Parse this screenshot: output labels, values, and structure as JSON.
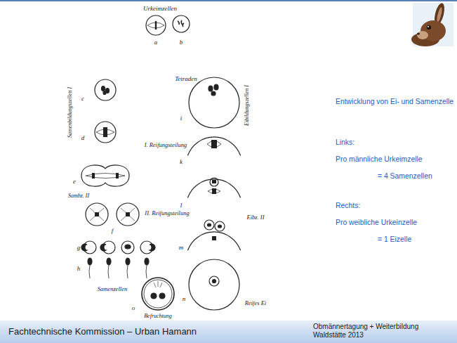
{
  "diagram": {
    "title": "Entwicklung von Ei- und Samenzelle",
    "nodes": [
      {
        "text": [
          "Fachtechnische Kommission – Urban Hamann",
          "Obmännertagung + Weiterbildung Waldstätte 2013"
        ]
      }
    ],
    "labels": [
      "Urkeimzellen",
      "a",
      "b",
      "Samenbildungszellen I",
      "Tetraden",
      "c",
      "i",
      "Eibildungszellen I",
      "d",
      "I. Reifungsteilung",
      "k",
      "e",
      "l",
      "Sambz. II",
      "f",
      "II. Reifungsteilung",
      "Eibz. II",
      "m",
      "g",
      "h",
      "n",
      "Samenzellen",
      "Reifes Ei",
      "o",
      "Befruchtung",
      "Links:",
      "Pro männliche Urkeimzelle",
      "= 4 Samenzellen",
      "Rechts:",
      "Pro weibliche Urkeinzelle",
      "= 1 Eizelle"
    ]
  }
}
